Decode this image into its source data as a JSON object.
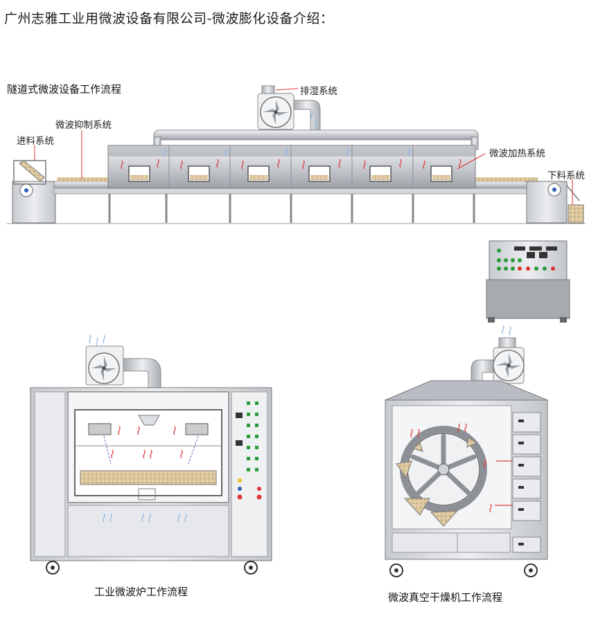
{
  "page": {
    "title": "广州志雅工业用微波设备有限公司-微波膨化设备介绍："
  },
  "tunnel": {
    "title": "隧道式微波设备工作流程",
    "labels": {
      "exhaust": "排湿系统",
      "suppression": "微波抑制系统",
      "feed": "进料系统",
      "heating": "微波加热系统",
      "discharge": "下料系统"
    }
  },
  "oven": {
    "caption": "工业微波炉工作流程"
  },
  "vacuum_dryer": {
    "caption": "微波真空干燥机工作流程"
  },
  "colors": {
    "steel_light": "#e2e4e8",
    "steel_mid": "#b9bcc2",
    "steel_dark": "#7d8188",
    "panel_gray": "#9a9da3",
    "microwave_red": "#e23b3b",
    "airflow_blue": "#8fb8e8",
    "material_tan": "#d9c49a"
  }
}
